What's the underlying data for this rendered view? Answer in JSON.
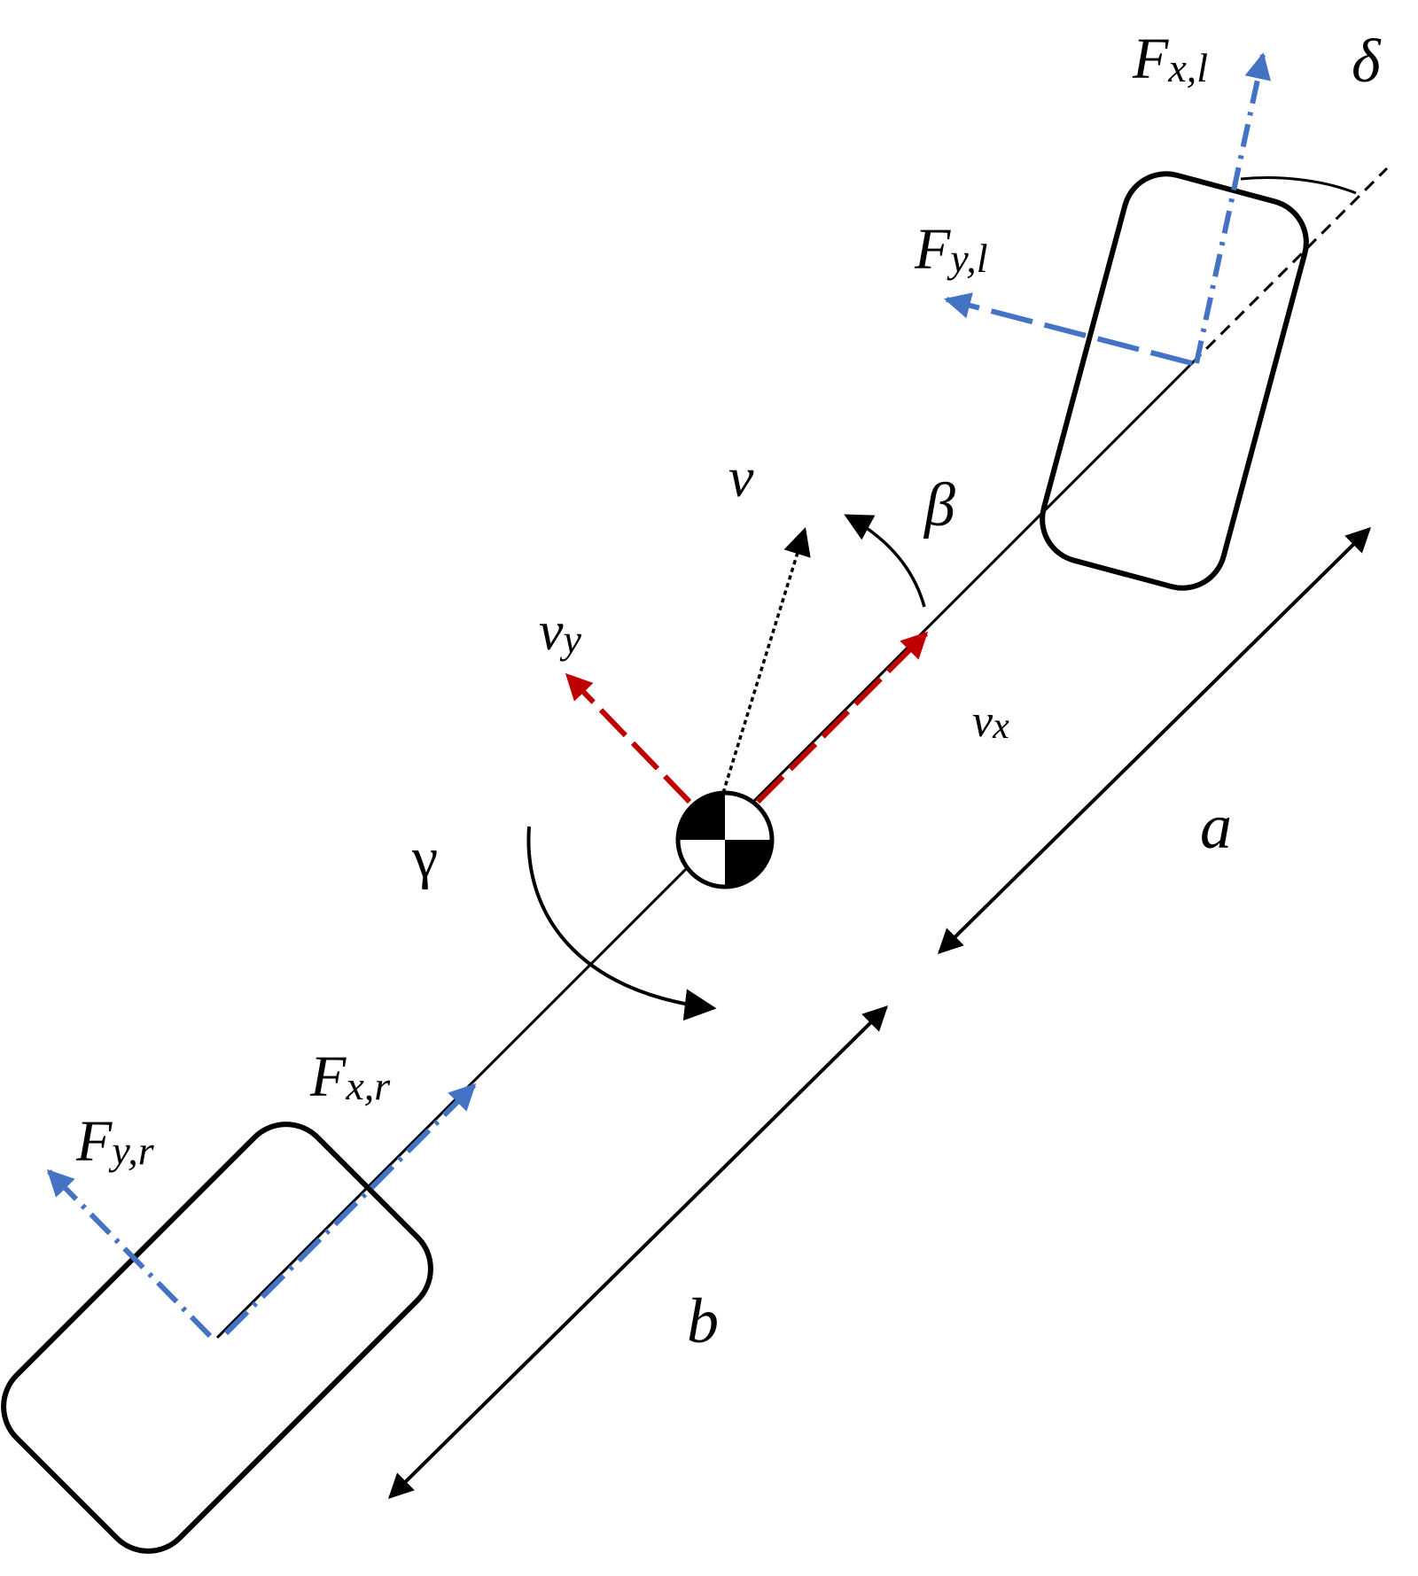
{
  "labels": {
    "fx_front": {
      "main": "F",
      "sub": "x,l"
    },
    "fy_front": {
      "main": "F",
      "sub": "y,l"
    },
    "delta": "δ",
    "v": "v",
    "beta": "β",
    "vy": {
      "main": "v",
      "sub": "y"
    },
    "vx": {
      "main": "v",
      "sub": "x"
    },
    "a": "a",
    "gamma": "γ",
    "fx_rear": {
      "main": "F",
      "sub": "x,r"
    },
    "fy_rear": {
      "main": "F",
      "sub": "y,r"
    },
    "b": "b"
  },
  "colors": {
    "force_arrow": "#4472c4",
    "velocity_arrow": "#c00000",
    "outline": "#000000"
  },
  "icons": {
    "center_of_gravity": "cog-checker-icon"
  }
}
